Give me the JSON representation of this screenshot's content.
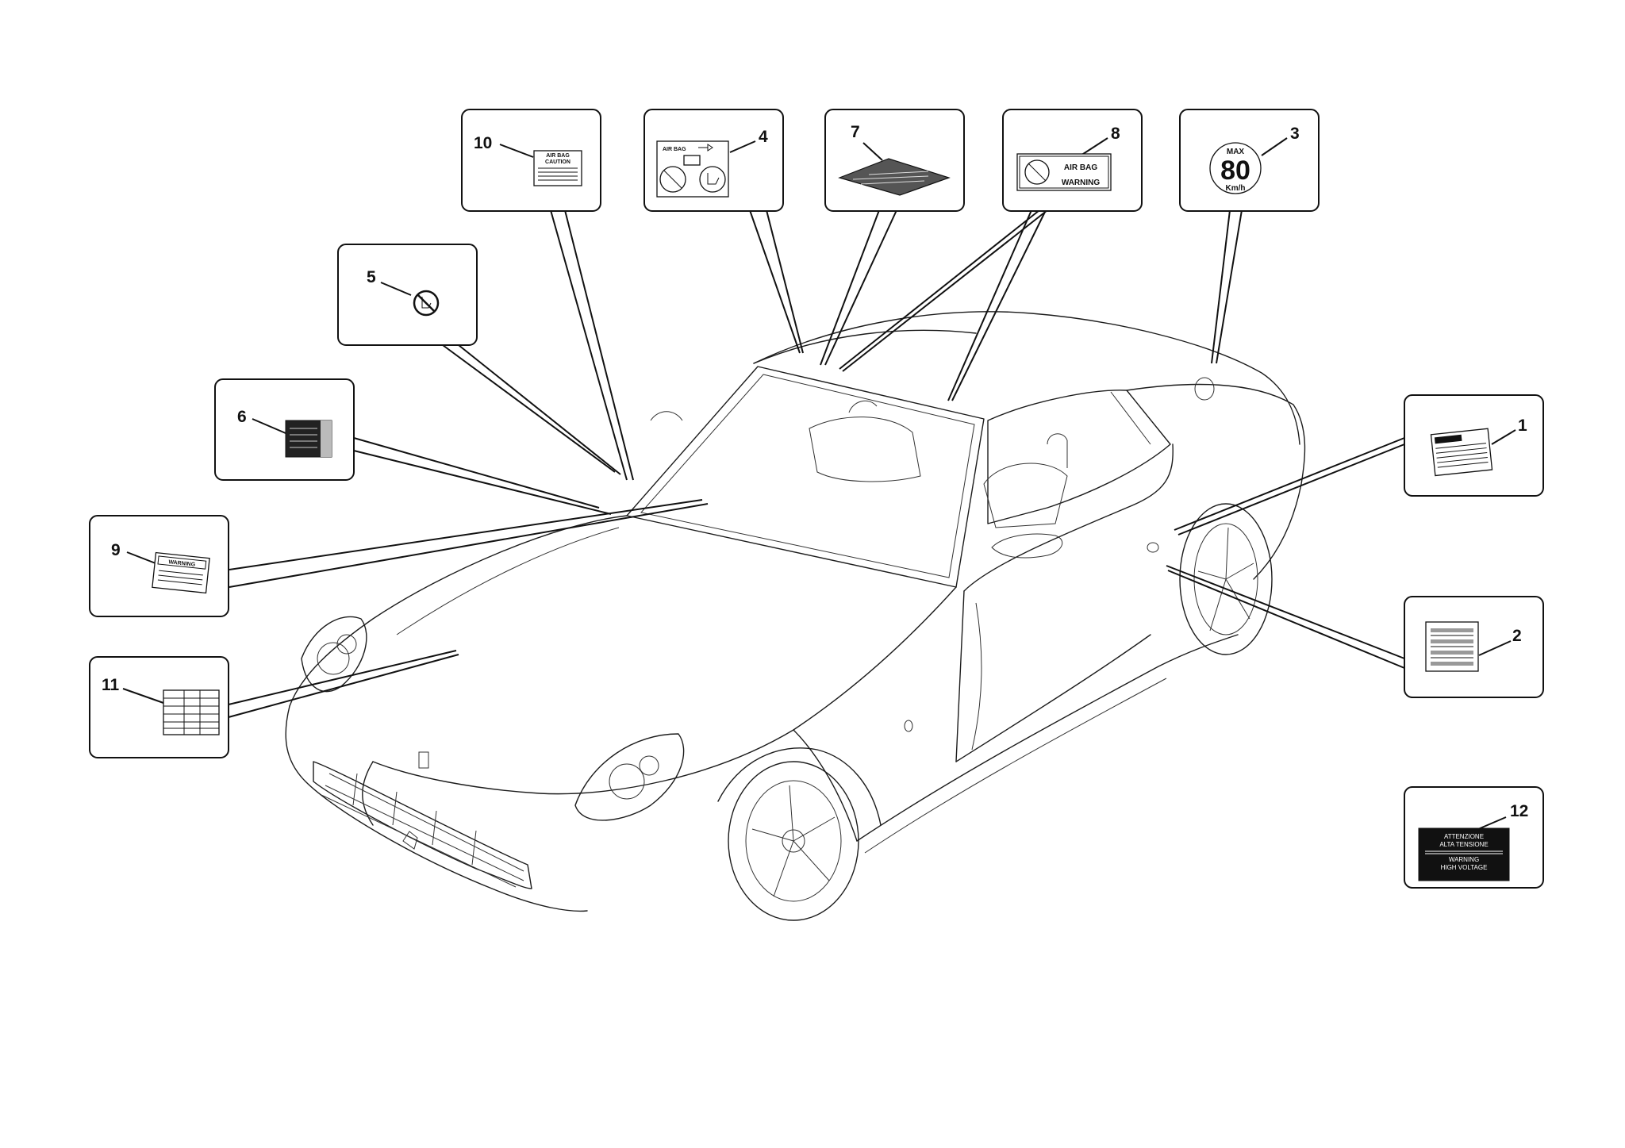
{
  "callouts": [
    {
      "number": "1"
    },
    {
      "number": "2"
    },
    {
      "number": "3",
      "text_max": "MAX",
      "text_speed": "80",
      "text_unit": "Km/h"
    },
    {
      "number": "4",
      "text": "AIR BAG"
    },
    {
      "number": "5"
    },
    {
      "number": "6"
    },
    {
      "number": "7"
    },
    {
      "number": "8",
      "text_line1": "AIR BAG",
      "text_line2": "WARNING"
    },
    {
      "number": "9",
      "text": "WARNING"
    },
    {
      "number": "10",
      "text_line1": "AIR BAG",
      "text_line2": "CAUTION"
    },
    {
      "number": "11"
    },
    {
      "number": "12",
      "text_line1": "ATTENZIONE",
      "text_line2": "ALTA TENSIONE",
      "text_line3": "WARNING",
      "text_line4": "HIGH VOLTAGE"
    }
  ]
}
